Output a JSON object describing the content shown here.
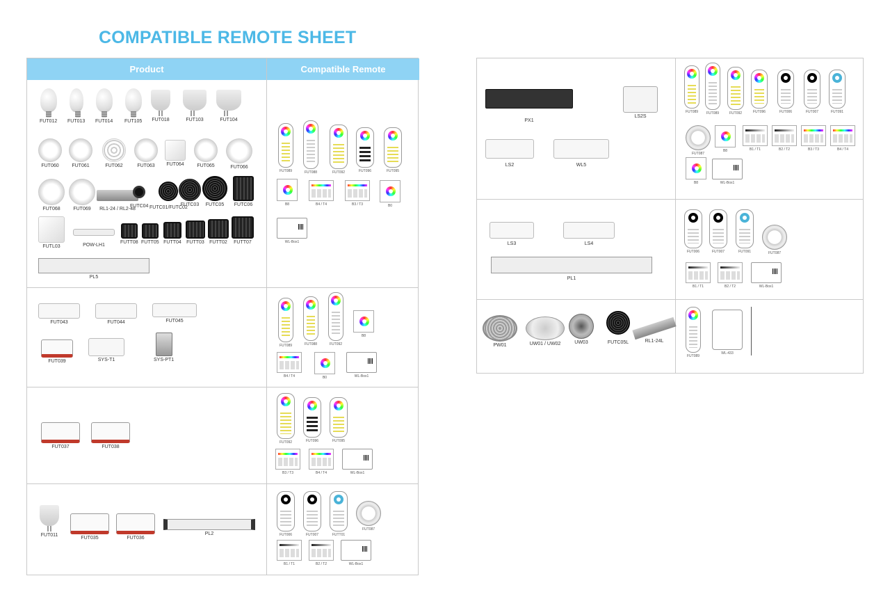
{
  "title": "COMPATIBLE REMOTE SHEET",
  "colors": {
    "accent": "#4cb8e6",
    "header_bg": "#8fd3f4"
  },
  "headers": {
    "product": "Product",
    "remote": "Compatible Remote"
  },
  "left": {
    "row1": {
      "products": [
        "FUT012",
        "FUT013",
        "FUT014",
        "FUT105",
        "FUT018",
        "FUT103",
        "FUT104",
        "FUT060",
        "FUT061",
        "FUT062",
        "FUT063",
        "FUT064",
        "FUT065",
        "FUT066",
        "FUT068",
        "FUT069",
        "RL1-24 / RL2-48",
        "FUTC04",
        "FUTC01/FUTC02",
        "FUTC03",
        "FUTC05",
        "FUTC06",
        "FUTL03",
        "POW-LH1",
        "FUTT08",
        "FUTT05",
        "FUTT04",
        "FUTT03",
        "FUTT02",
        "FUTT07",
        "PL5"
      ],
      "remotes": [
        "FUT089",
        "FUT088",
        "FUT092",
        "FUT096",
        "FUT095",
        "B8",
        "B4 / T4",
        "B3 / T3",
        "B0",
        "WL-Box1"
      ]
    },
    "row2": {
      "products": [
        "FUT043",
        "FUT044",
        "FUT045",
        "FUT039",
        "SYS-T1",
        "SYS-PT1"
      ],
      "remotes": [
        "FUT089",
        "FUT088",
        "FUT092",
        "B8",
        "B4 / T4",
        "B0",
        "WL-Box1"
      ]
    },
    "row3": {
      "products": [
        "FUT037",
        "FUT038"
      ],
      "remotes": [
        "FUT092",
        "FUT096",
        "FUT095",
        "B3 / T3",
        "B4 / T4",
        "WL-Box1"
      ]
    },
    "row4": {
      "products": [
        "FUT011",
        "FUT035",
        "FUT036",
        "PL2"
      ],
      "remotes": [
        "FUT006",
        "FUT007",
        "FUTT01",
        "FUT087",
        "B1 / T1",
        "B2 / T2",
        "WL-Box1"
      ]
    }
  },
  "right": {
    "row1": {
      "products": [
        "PX1",
        "LS2S",
        "LS2",
        "WL5"
      ],
      "remotes": [
        "FUT089",
        "FUT089",
        "FUT092",
        "FUT096",
        "FUT006",
        "FUT007",
        "FUT091",
        "FUT087",
        "B8",
        "B1 / T1",
        "B2 / T2",
        "B3 / T3",
        "B4 / T4",
        "B8",
        "WL-Box1"
      ]
    },
    "row2": {
      "products": [
        "LS3",
        "LS4",
        "PL1"
      ],
      "remotes": [
        "FUT006",
        "FUT007",
        "FUT091",
        "FUT087",
        "B1 / T1",
        "B2 / T2",
        "WL-Box1"
      ]
    },
    "row3": {
      "products": [
        "PW01",
        "UW01 / UW02",
        "UW03",
        "FUTC05L",
        "RL1-24L"
      ],
      "remotes": [
        "FUT089",
        "WL-433"
      ]
    }
  }
}
